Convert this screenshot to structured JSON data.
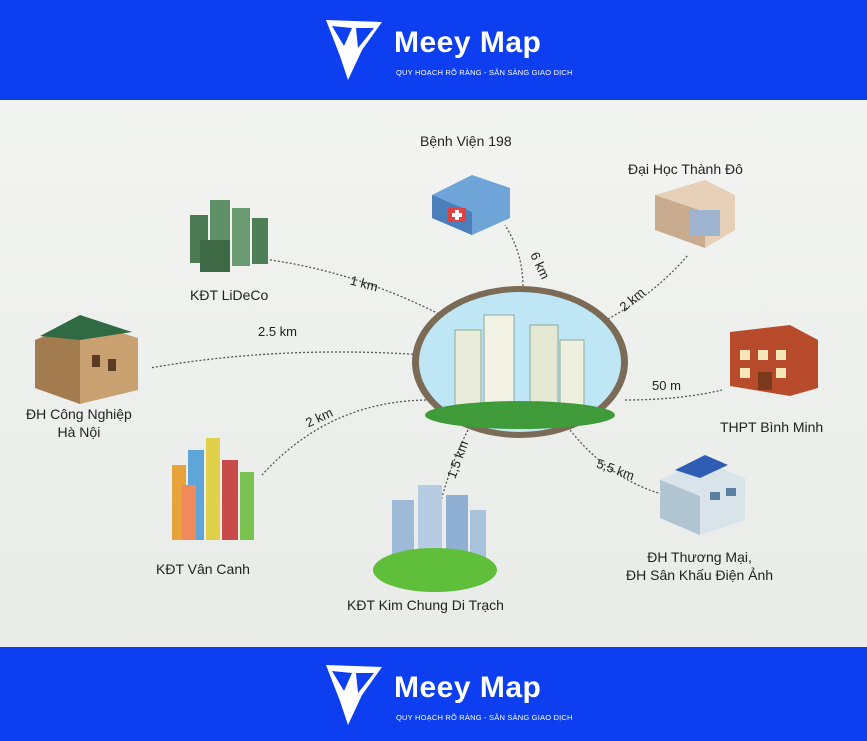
{
  "brand": {
    "name": "Meey Map",
    "tagline": "QUY HOẠCH RÕ RÀNG - SẴN SÀNG GIAO DỊCH",
    "logo_icon": "meey-logo-icon",
    "colors": {
      "band": "#0d3ef0",
      "text": "#ffffff"
    }
  },
  "center": {
    "icon": "apartment-towers-icon"
  },
  "places": [
    {
      "id": "benh-vien-198",
      "label": "Bệnh Viện 198",
      "distance": "6 km",
      "icon": "hospital-icon"
    },
    {
      "id": "dai-hoc-thanh-do",
      "label": "Đại Học Thành Đô",
      "distance": "2 km",
      "icon": "university-icon"
    },
    {
      "id": "thpt-binh-minh",
      "label": "THPT Bình Minh",
      "distance": "50 m",
      "icon": "school-icon"
    },
    {
      "id": "dh-thuong-mai",
      "label": "ĐH Thương Mại,",
      "label2": "ĐH Sân Khấu Điện Ảnh",
      "distance": "5,5 km",
      "icon": "campus-icon"
    },
    {
      "id": "kdt-kim-chung",
      "label": "KĐT Kim Chung Di Trạch",
      "distance": "1,5 km",
      "icon": "towers-park-icon"
    },
    {
      "id": "kdt-van-canh",
      "label": "KĐT Vân Canh",
      "distance": "2 km",
      "icon": "colorful-towers-icon"
    },
    {
      "id": "dh-cong-nghiep",
      "label": "ĐH Công Nghiệp",
      "label2": "Hà Nội",
      "distance": "2.5 km",
      "icon": "heritage-building-icon"
    },
    {
      "id": "kdt-lideco",
      "label": "KĐT LiDeCo",
      "distance": "1 km",
      "icon": "city-blocks-icon"
    }
  ]
}
